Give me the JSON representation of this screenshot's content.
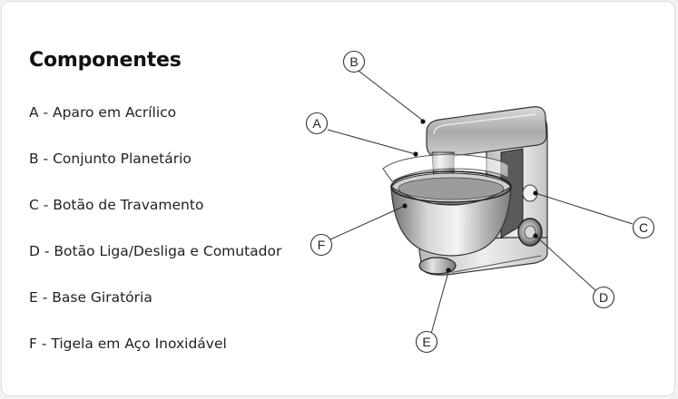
{
  "heading": "Componentes",
  "components": [
    {
      "letter": "A",
      "text": "A - Aparo em Acrílico"
    },
    {
      "letter": "B",
      "text": "B - Conjunto Planetário"
    },
    {
      "letter": "C",
      "text": "C - Botão de Travamento"
    },
    {
      "letter": "D",
      "text": "D - Botão Liga/Desliga e Comutador"
    },
    {
      "letter": "E",
      "text": "E - Base Giratória"
    },
    {
      "letter": "F",
      "text": "F - Tigela em Aço Inoxidável"
    }
  ],
  "callouts": {
    "a": "A",
    "b": "B",
    "c": "C",
    "d": "D",
    "e": "E",
    "f": "F"
  }
}
